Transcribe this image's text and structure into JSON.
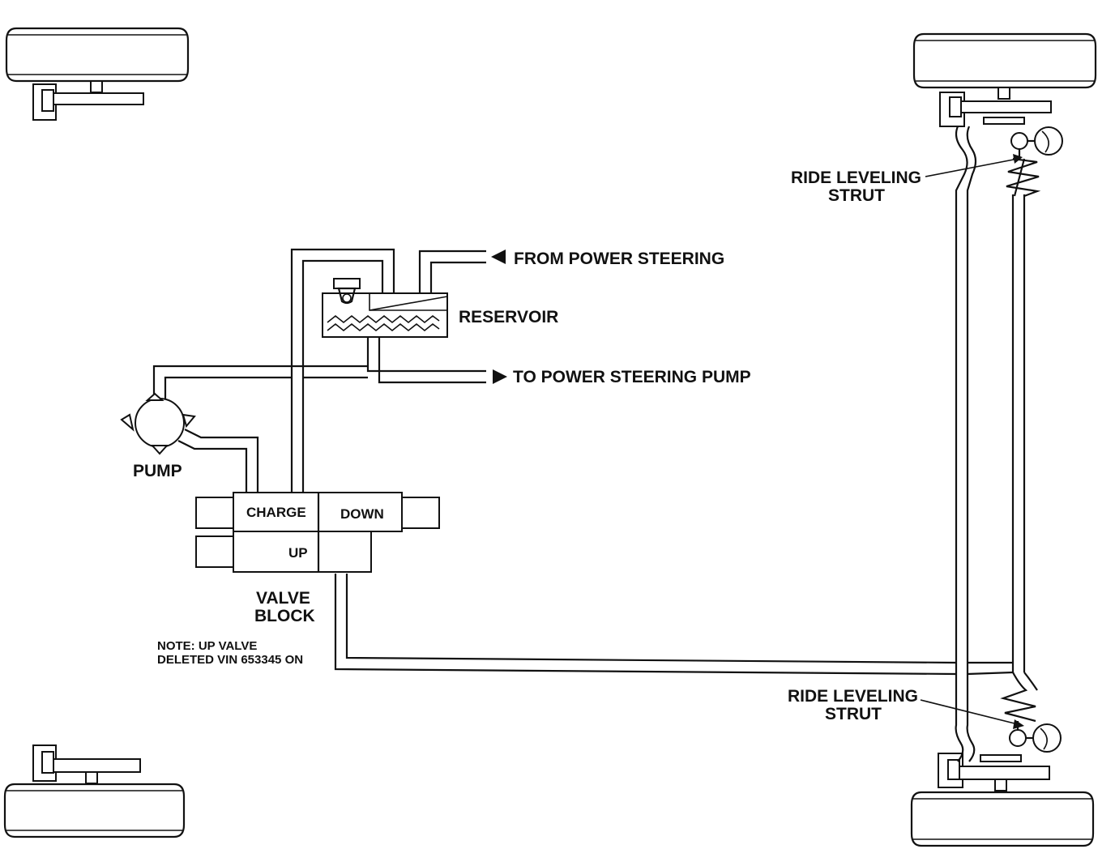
{
  "labels": {
    "from_power_steering": "FROM POWER STEERING",
    "reservoir": "RESERVOIR",
    "to_power_steering_pump": "TO POWER STEERING PUMP",
    "pump": "PUMP",
    "charge": "CHARGE",
    "down": "DOWN",
    "up": "UP",
    "valve_block_line1": "VALVE",
    "valve_block_line2": "BLOCK",
    "note_line1": "NOTE: UP VALVE",
    "note_line2": "DELETED VIN 653345 ON",
    "strut_top_line1": "RIDE LEVELING",
    "strut_top_line2": "STRUT",
    "strut_bottom_line1": "RIDE LEVELING",
    "strut_bottom_line2": "STRUT"
  }
}
